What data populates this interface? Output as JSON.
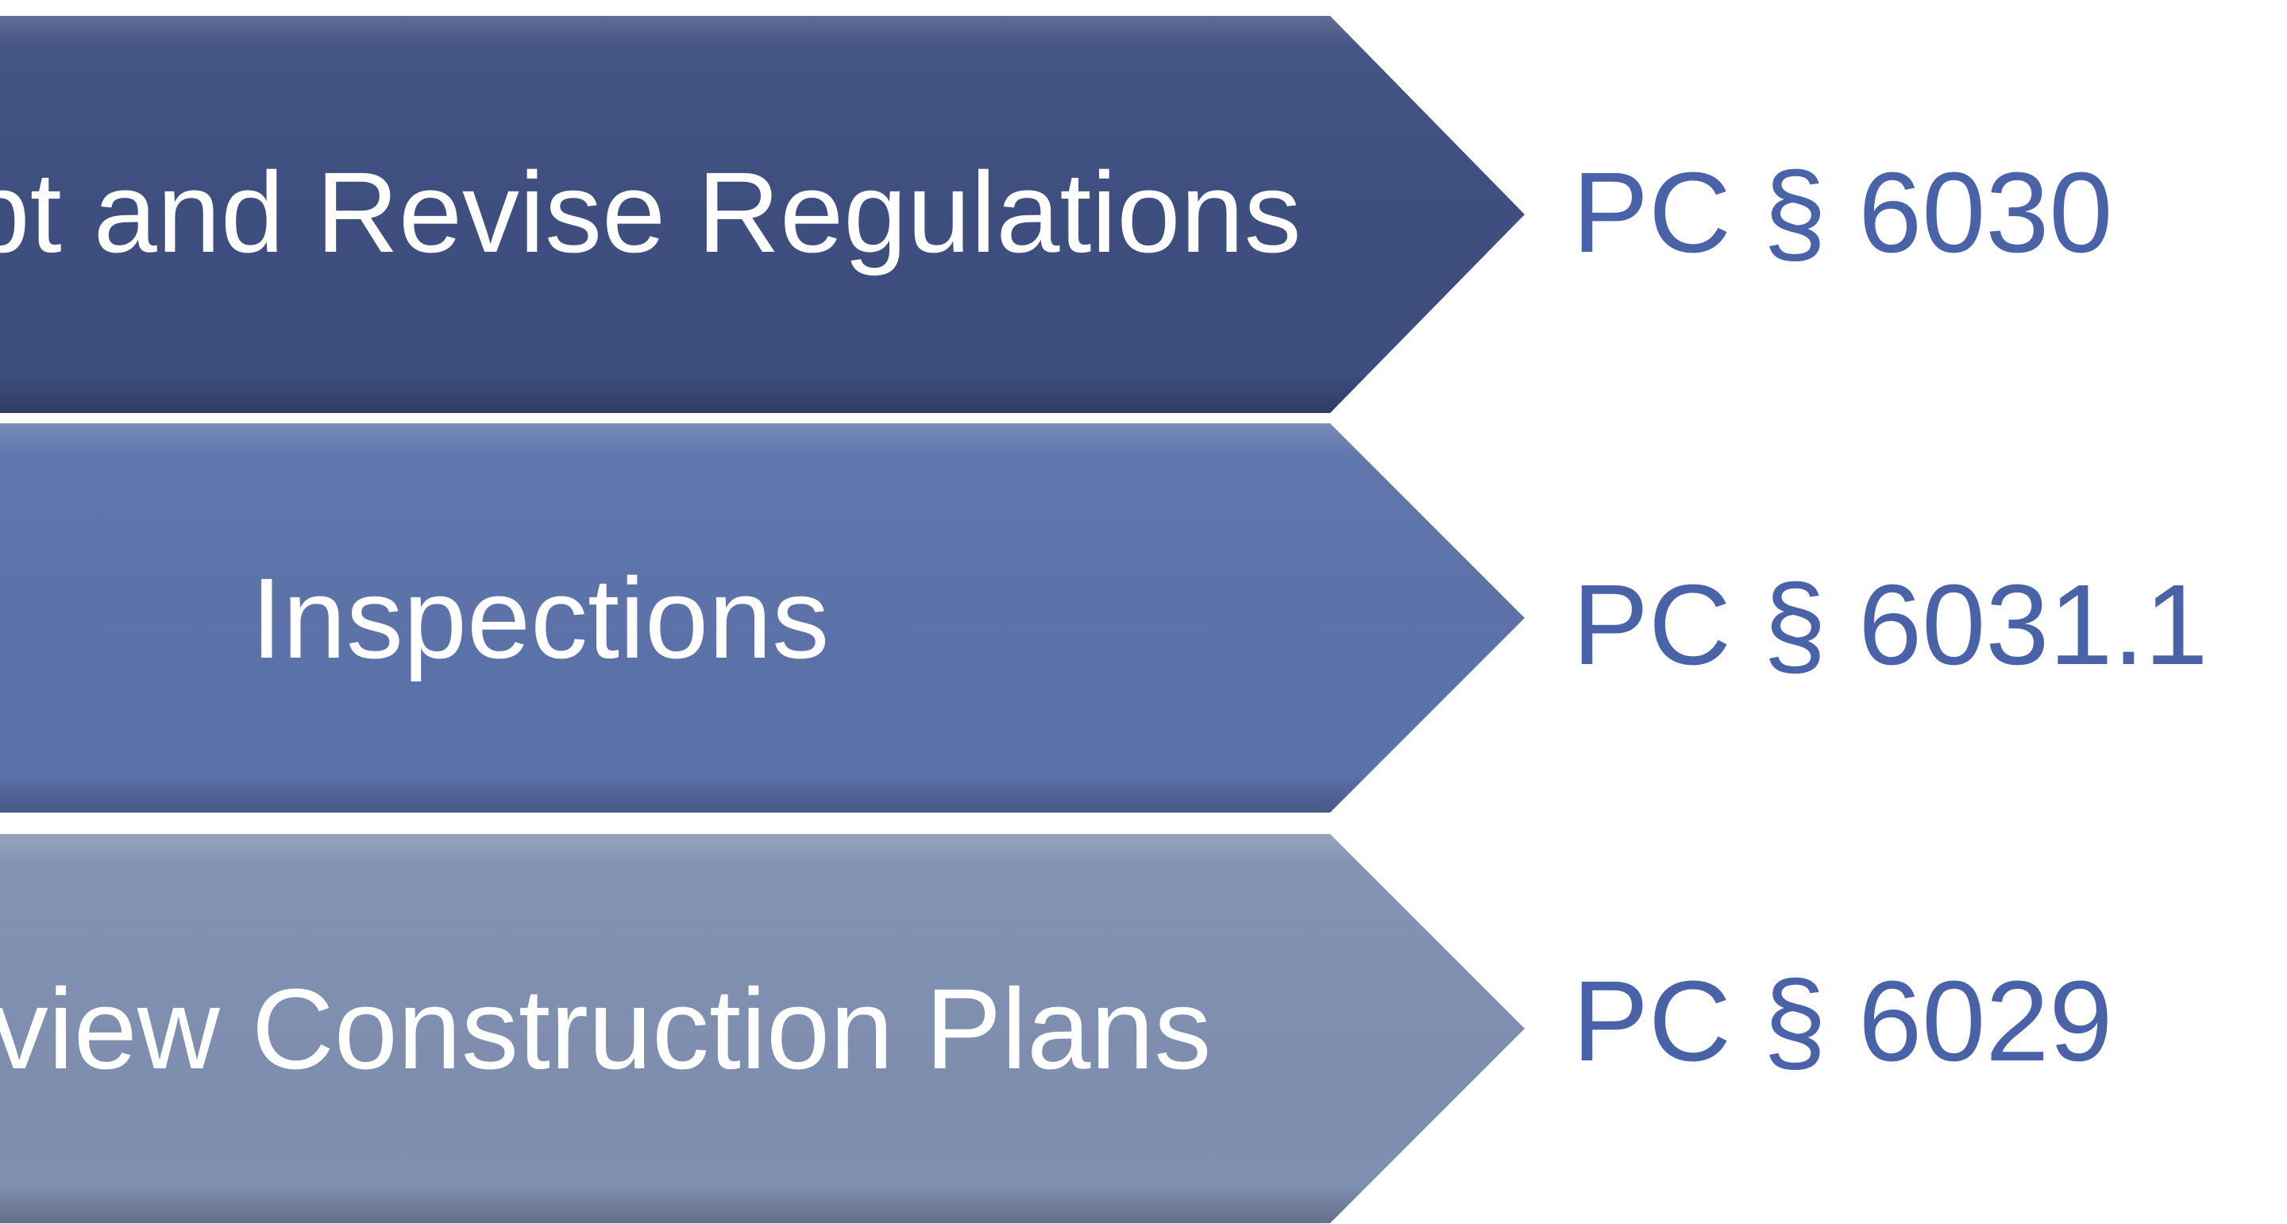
{
  "rows": [
    {
      "label": "Adopt and Revise Regulations",
      "code": "PC § 6030",
      "fill": "#3d4e7f"
    },
    {
      "label": "Inspections",
      "code": "PC § 6031.1",
      "fill": "#5b72aa"
    },
    {
      "label": "Review Construction Plans",
      "code": "PC § 6029",
      "fill": "#7f8fb0"
    }
  ],
  "colors": {
    "code_text": "#4a62a8",
    "row_text": "#ffffff",
    "background": "#ffffff"
  }
}
